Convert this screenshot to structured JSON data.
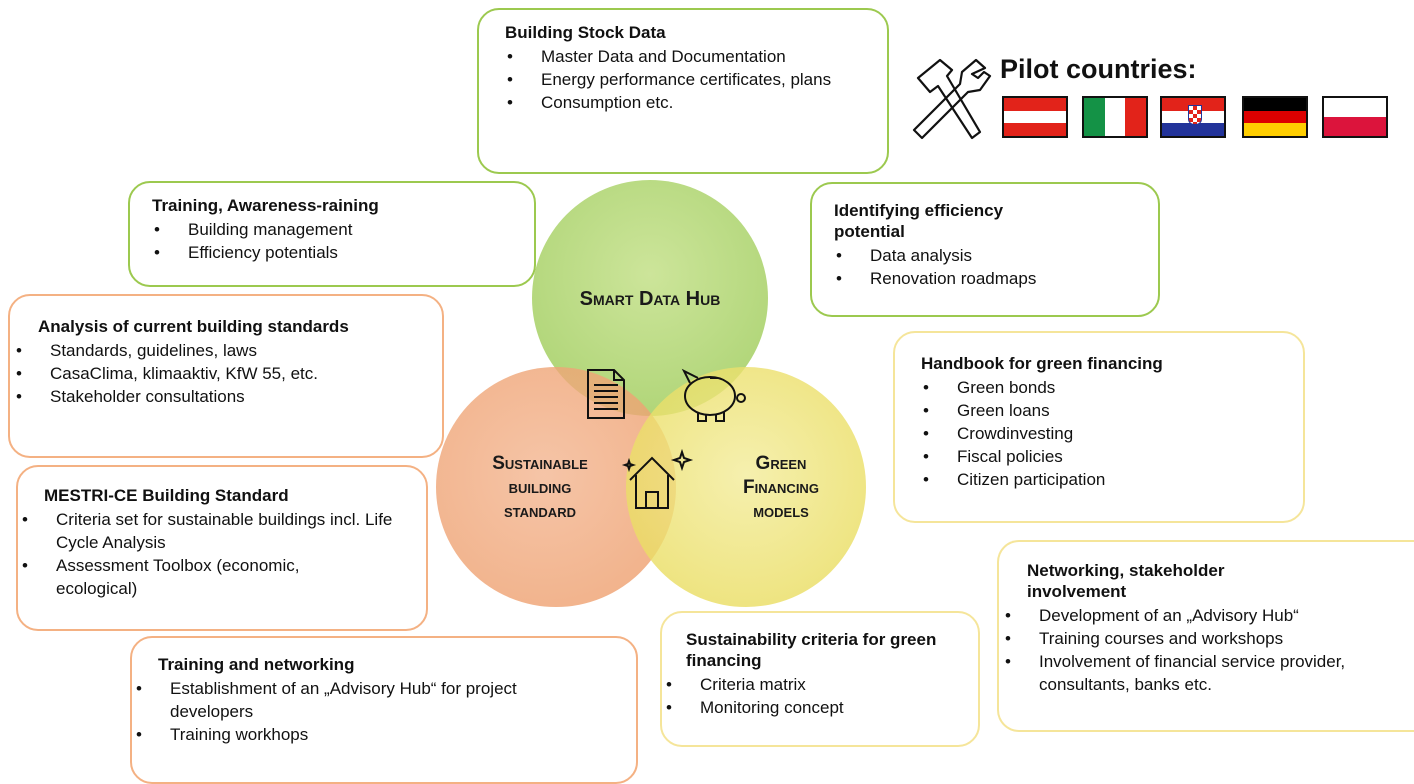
{
  "circles": {
    "smart": {
      "label_a": "Smart Data Hub"
    },
    "sustainable": {
      "line1": "Sustainable",
      "line2": "building",
      "line3": "standard"
    },
    "green": {
      "line1": "Green",
      "line2": "Financing",
      "line3": "models"
    }
  },
  "colors": {
    "green_circle": "#a9d36a",
    "orange_circle": "#f0a070",
    "yellow_circle": "#eee370"
  },
  "icons": [
    "document-icon",
    "piggy-bank-icon",
    "house-icon",
    "hammer-wrench-icon"
  ],
  "pilot": {
    "title": "Pilot countries:",
    "flags": [
      "austria-flag",
      "italy-flag",
      "croatia-flag",
      "germany-flag",
      "poland-flag"
    ]
  },
  "boxes": {
    "building_stock": {
      "title": "Building Stock Data",
      "items": [
        "Master Data and Documentation",
        "Energy performance certificates, plans",
        "Consumption etc."
      ]
    },
    "training_awareness": {
      "title": "Training, Awareness-raining",
      "items": [
        "Building management",
        "Efficiency potentials"
      ]
    },
    "identifying": {
      "title": "Identifying efficiency potential",
      "items": [
        "Data analysis",
        "Renovation roadmaps"
      ]
    },
    "analysis": {
      "title": "Analysis of current building standards",
      "items": [
        "Standards, guidelines, laws",
        "CasaClima, klimaaktiv, KfW 55, etc.",
        "Stakeholder consultations"
      ]
    },
    "handbook": {
      "title": "Handbook for green financing",
      "items": [
        "Green bonds",
        "Green loans",
        "Crowdinvesting",
        "Fiscal policies",
        "Citizen participation"
      ]
    },
    "mestri": {
      "title": "MESTRI-CE Building Standard",
      "items": [
        "Criteria set for sustainable buildings incl. Life Cycle Analysis",
        "Assessment Toolbox (economic, ecological)"
      ]
    },
    "networking": {
      "title": "Networking, stakeholder involvement",
      "items": [
        "Development of an „Advisory Hub“",
        "Training courses and workshops",
        "Involvement of financial service provider, consultants, banks etc."
      ]
    },
    "sustainability": {
      "title": "Sustainability criteria for green financing",
      "items": [
        "Criteria matrix",
        "Monitoring concept"
      ]
    },
    "training_networking": {
      "title": "Training and networking",
      "items": [
        "Establishment of an „Advisory Hub“ for project developers",
        "Training workhops"
      ]
    }
  }
}
